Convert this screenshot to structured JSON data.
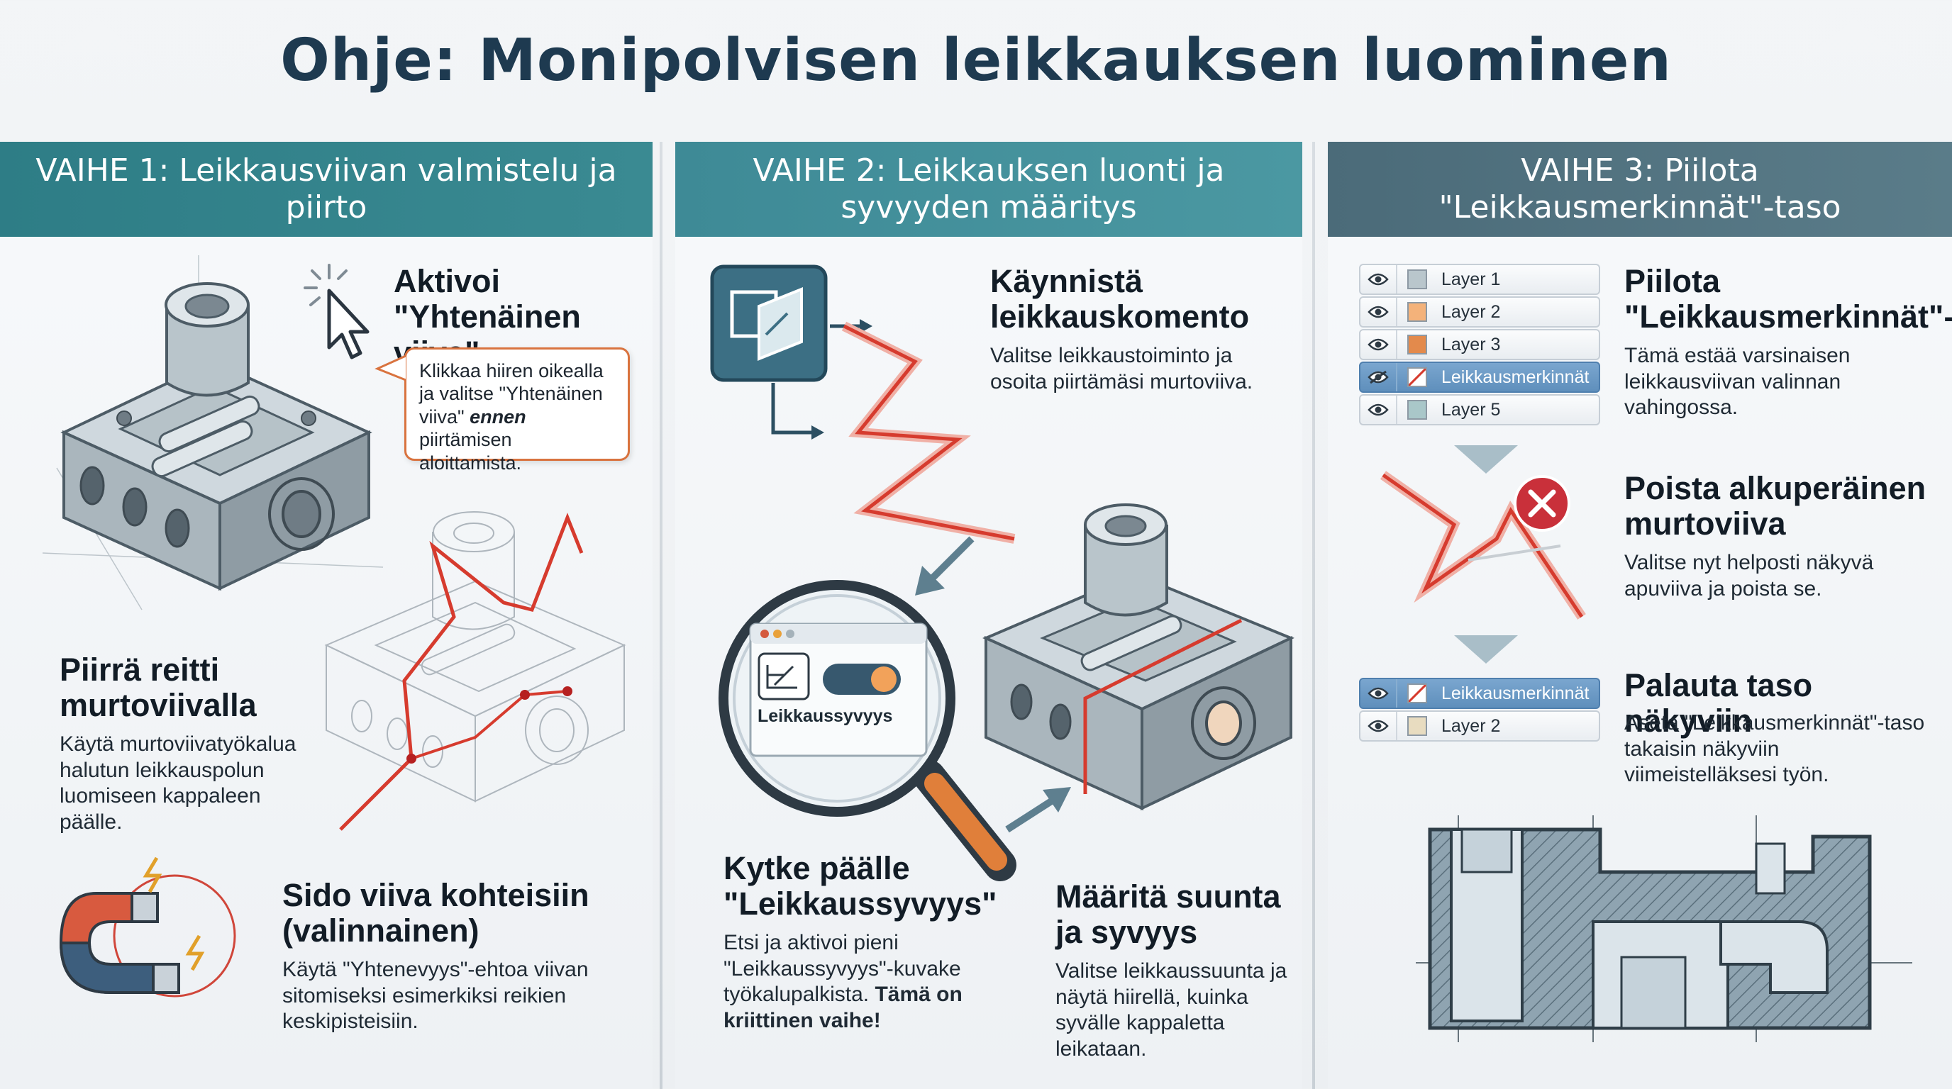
{
  "title": "Ohje: Monipolvisen leikkauksen luominen",
  "columns": [
    {
      "header": "VAIHE 1: Leikkausviivan valmistelu ja piirto"
    },
    {
      "header": "VAIHE 2: Leikkauksen luonti ja syvyyden määritys"
    },
    {
      "header": "VAIHE 3: Piilota \"Leikkausmerkinnät\"-taso"
    }
  ],
  "step1": {
    "activate_title": "Aktivoi \"Yhtenäinen viiva\"",
    "callout_a": "Klikkaa hiiren oikealla ja valitse \"Yhtenäinen viiva\"",
    "callout_em": "ennen",
    "callout_b": "piirtämisen aloittamista.",
    "draw_title": "Piirrä reitti murtoviivalla",
    "draw_text": "Käytä murtoviivatyökalua halutun leikkauspolun luomiseen kappaleen päälle.",
    "bind_title": "Sido viiva kohteisiin (valinnainen)",
    "bind_text": "Käytä \"Yhtenevyys\"-ehtoa viivan sitomiseksi esimerkiksi reikien keskipisteisiin."
  },
  "step2": {
    "start_title": "Käynnistä leikkauskomento",
    "start_text": "Valitse leikkaustoiminto ja osoita piirtämäsi murtoviiva.",
    "toggle_label": "Leikkaussyvyys",
    "toggle_title": "Kytke päälle \"Leikkaussyvyys\"",
    "toggle_text": "Etsi ja aktivoi pieni \"Leikkaussyvyys\"-kuvake työkalupalkista.",
    "toggle_emph": "Tämä on kriittinen vaihe!",
    "dir_title": "Määritä suunta ja syvyys",
    "dir_text": "Valitse leikkaussuunta ja näytä hiirellä, kuinka syvälle kappaletta leikataan."
  },
  "step3": {
    "layers_top": [
      {
        "name": "Layer 1",
        "color": "#b9c6cc",
        "visible": true,
        "selected": false
      },
      {
        "name": "Layer 2",
        "color": "#f4b27a",
        "visible": true,
        "selected": false
      },
      {
        "name": "Layer 3",
        "color": "#e38a4c",
        "visible": true,
        "selected": false
      },
      {
        "name": "Leikkausmerkinnät",
        "color": "#ffffff",
        "visible": false,
        "selected": true
      },
      {
        "name": "Layer 5",
        "color": "#a9c7c9",
        "visible": true,
        "selected": false
      }
    ],
    "layers_bottom": [
      {
        "name": "Leikkausmerkinnät",
        "color": "#ffffff",
        "visible": true,
        "selected": true
      },
      {
        "name": "Layer 2",
        "color": "#e8dcc0",
        "visible": true,
        "selected": false
      }
    ],
    "hide_title": "Piilota \"Leikkausmerkinnät\"-",
    "hide_text": "Tämä estää varsinaisen leikkausviivan valinnan vahingossa.",
    "delete_title": "Poista alkuperäinen murtoviiva",
    "delete_text": "Valitse nyt helposti näkyvä apuviiva ja poista se.",
    "restore_title": "Palauta taso näkyviin",
    "restore_text": "Aseta \"Leikkausmerkinnät\"-taso takaisin näkyviin viimeistelläksesi työn."
  }
}
